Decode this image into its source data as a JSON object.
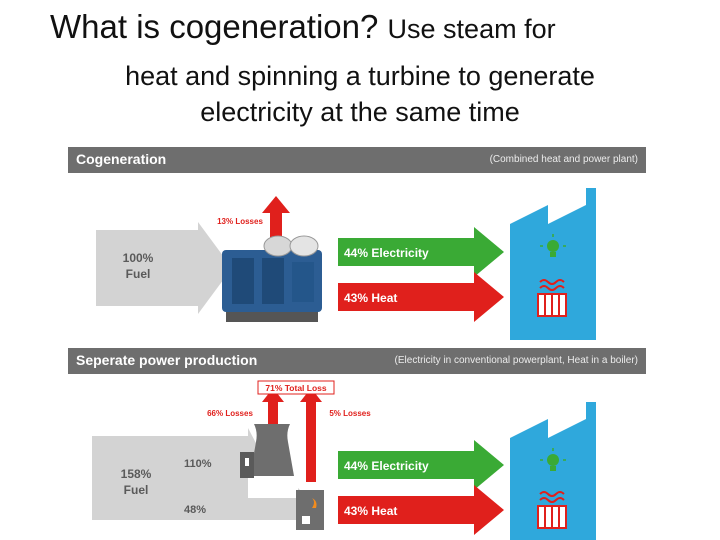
{
  "slide": {
    "title_main": "What is cogeneration?",
    "title_rest": "Use steam for",
    "subtitle_line1": "heat and spinning a turbine to generate",
    "subtitle_line2": "electricity at the same time"
  },
  "cogeneration": {
    "header": "Cogeneration",
    "note": "(Combined heat and power plant)",
    "fuel_line1": "100%",
    "fuel_line2": "Fuel",
    "losses": "13% Losses",
    "electricity": "44% Electricity",
    "heat": "43% Heat"
  },
  "separate": {
    "header": "Seperate power production",
    "note": "(Electricity in conventional powerplant, Heat in a boiler)",
    "fuel_line1": "158%",
    "fuel_line2": "Fuel",
    "split_top": "110%",
    "split_bottom": "48%",
    "total_loss": "71% Total Loss",
    "losses_left": "66% Losses",
    "losses_right": "5% Losses",
    "electricity": "44% Electricity",
    "heat": "43% Heat"
  },
  "colors": {
    "bar_gray": "#6e6e6e",
    "fuel_gray": "#d3d3d3",
    "loss_red": "#e0201c",
    "electricity_green": "#3aaa35",
    "factory_blue": "#2fa8dc"
  },
  "icons": [
    "engine-icon",
    "factory-icon",
    "lightbulb-icon",
    "radiator-icon",
    "power-plant-icon",
    "boiler-icon"
  ]
}
